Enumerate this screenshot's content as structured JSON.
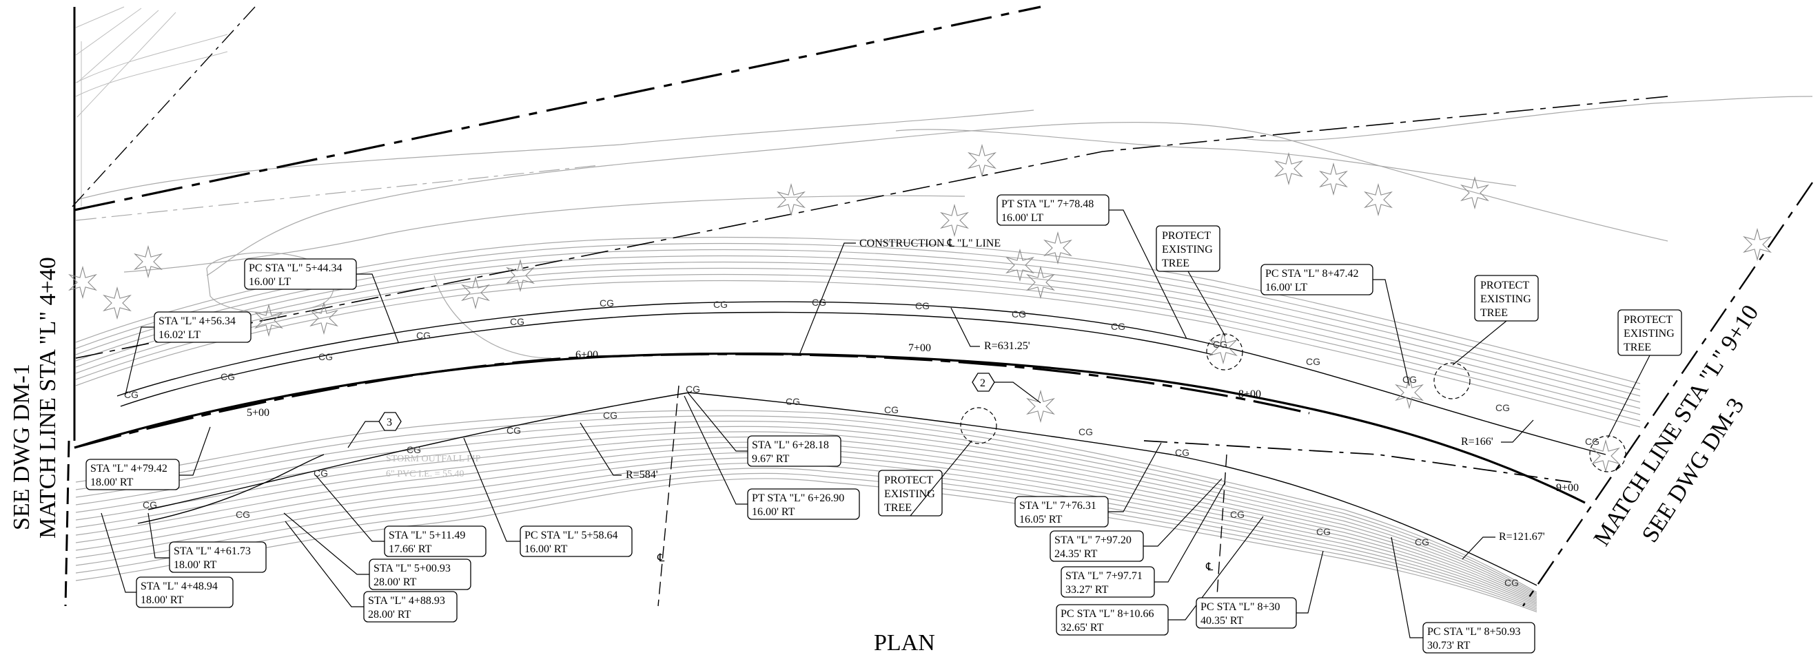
{
  "title": "PLAN",
  "match_left": {
    "line1": "SEE DWG DM-1",
    "line2": "MATCH LINE STA \"L\" 4+40"
  },
  "match_right": {
    "line1": "MATCH LINE STA \"L\" 9+10",
    "line2": "SEE DWG DM-3"
  },
  "construction_line": "CONSTRUCTION ℄ \"L\" LINE",
  "stations": [
    "5+00",
    "6+00",
    "7+00",
    "8+00",
    "9+00"
  ],
  "radii": [
    "R=584'",
    "R=631.25'",
    "R=166'",
    "R=121.67'"
  ],
  "hex_tags": [
    "2",
    "3"
  ],
  "cl_marks": [
    "℄",
    "℄"
  ],
  "storm_outfall": {
    "line1": "STORM OUTFALL PIP",
    "line2": "6\" PVC I.E. = 55.40"
  },
  "curb_label": "CG",
  "protect_tree": [
    "PROTECT",
    "EXISTING",
    "TREE"
  ],
  "callouts": [
    {
      "l1": "PC STA \"L\" 5+44.34",
      "l2": "16.00' LT"
    },
    {
      "l1": "STA \"L\" 4+56.34",
      "l2": "16.02' LT"
    },
    {
      "l1": "STA \"L\" 4+79.42",
      "l2": "18.00' RT"
    },
    {
      "l1": "STA \"L\" 4+61.73",
      "l2": "18.00' RT"
    },
    {
      "l1": "STA \"L\" 4+48.94",
      "l2": "18.00' RT"
    },
    {
      "l1": "STA \"L\" 5+11.49",
      "l2": "17.66' RT"
    },
    {
      "l1": "STA \"L\" 5+00.93",
      "l2": "28.00' RT"
    },
    {
      "l1": "STA \"L\" 4+88.93",
      "l2": "28.00' RT"
    },
    {
      "l1": "PC STA \"L\" 5+58.64",
      "l2": "16.00' RT"
    },
    {
      "l1": "STA \"L\" 6+28.18",
      "l2": "9.67' RT"
    },
    {
      "l1": "PT STA \"L\" 6+26.90",
      "l2": "16.00' RT"
    },
    {
      "l1": "PT STA \"L\" 7+78.48",
      "l2": "16.00' LT"
    },
    {
      "l1": "PC STA \"L\" 8+47.42",
      "l2": "16.00' LT"
    },
    {
      "l1": "STA \"L\" 7+76.31",
      "l2": "16.05' RT"
    },
    {
      "l1": "STA \"L\" 7+97.20",
      "l2": "24.35' RT"
    },
    {
      "l1": "STA \"L\" 7+97.71",
      "l2": "33.27' RT"
    },
    {
      "l1": "PC STA \"L\" 8+10.66",
      "l2": "32.65' RT"
    },
    {
      "l1": "PC STA \"L\" 8+30",
      "l2": "40.35' RT"
    },
    {
      "l1": "PC STA \"L\" 8+50.93",
      "l2": "30.73' RT"
    }
  ]
}
